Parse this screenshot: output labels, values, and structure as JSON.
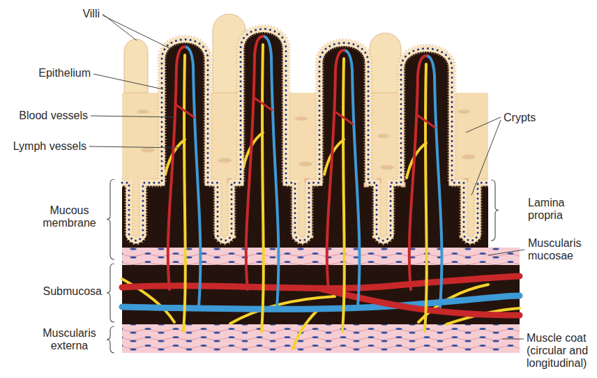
{
  "diagram": {
    "labels": [
      "Villi",
      "Epithelium",
      "Blood vessels",
      "Lymph vessels",
      "Mucous membrane",
      "Submucosa",
      "Muscularis externa",
      "Crypts",
      "Lamina propria",
      "Muscularis mucosae",
      "Muscle coat (circular and longitudinal)"
    ]
  }
}
